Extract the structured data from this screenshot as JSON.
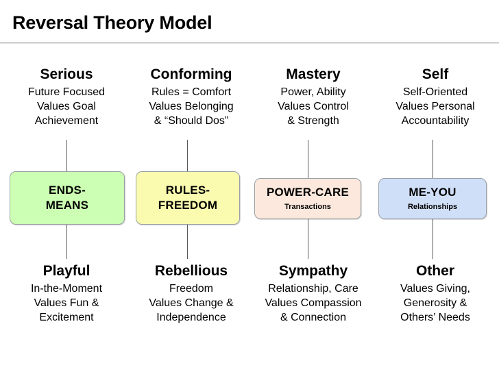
{
  "header": {
    "title": "Reversal Theory Model"
  },
  "columns": [
    {
      "top": {
        "name": "Serious",
        "desc": [
          "Future Focused",
          "Values Goal",
          "Achievement"
        ]
      },
      "box": {
        "title": [
          "ENDS-",
          "MEANS"
        ],
        "subtitle": "",
        "color": "#CCFFB3"
      },
      "bottom": {
        "name": "Playful",
        "desc": [
          "In-the-Moment",
          "Values Fun &",
          "Excitement"
        ]
      }
    },
    {
      "top": {
        "name": "Conforming",
        "desc": [
          "Rules = Comfort",
          "Values Belonging",
          "& “Should Dos”"
        ]
      },
      "box": {
        "title": [
          "RULES-",
          "FREEDOM"
        ],
        "subtitle": "",
        "color": "#FBFBB0"
      },
      "bottom": {
        "name": "Rebellious",
        "desc": [
          "Freedom",
          "Values Change &",
          "Independence"
        ]
      }
    },
    {
      "top": {
        "name": "Mastery",
        "desc": [
          "Power, Ability",
          "Values Control",
          "& Strength"
        ]
      },
      "box": {
        "title": [
          "POWER-CARE"
        ],
        "subtitle": "Transactions",
        "color": "#FCE8DC"
      },
      "bottom": {
        "name": "Sympathy",
        "desc": [
          "Relationship, Care",
          "Values Compassion",
          "& Connection"
        ]
      }
    },
    {
      "top": {
        "name": "Self",
        "desc": [
          "Self-Oriented",
          "Values Personal",
          "Accountability"
        ]
      },
      "box": {
        "title": [
          "ME-YOU"
        ],
        "subtitle": "Relationships",
        "color": "#D0DFF8"
      },
      "bottom": {
        "name": "Other",
        "desc": [
          "Values Giving,",
          "Generosity &",
          "Others’ Needs"
        ]
      }
    }
  ]
}
